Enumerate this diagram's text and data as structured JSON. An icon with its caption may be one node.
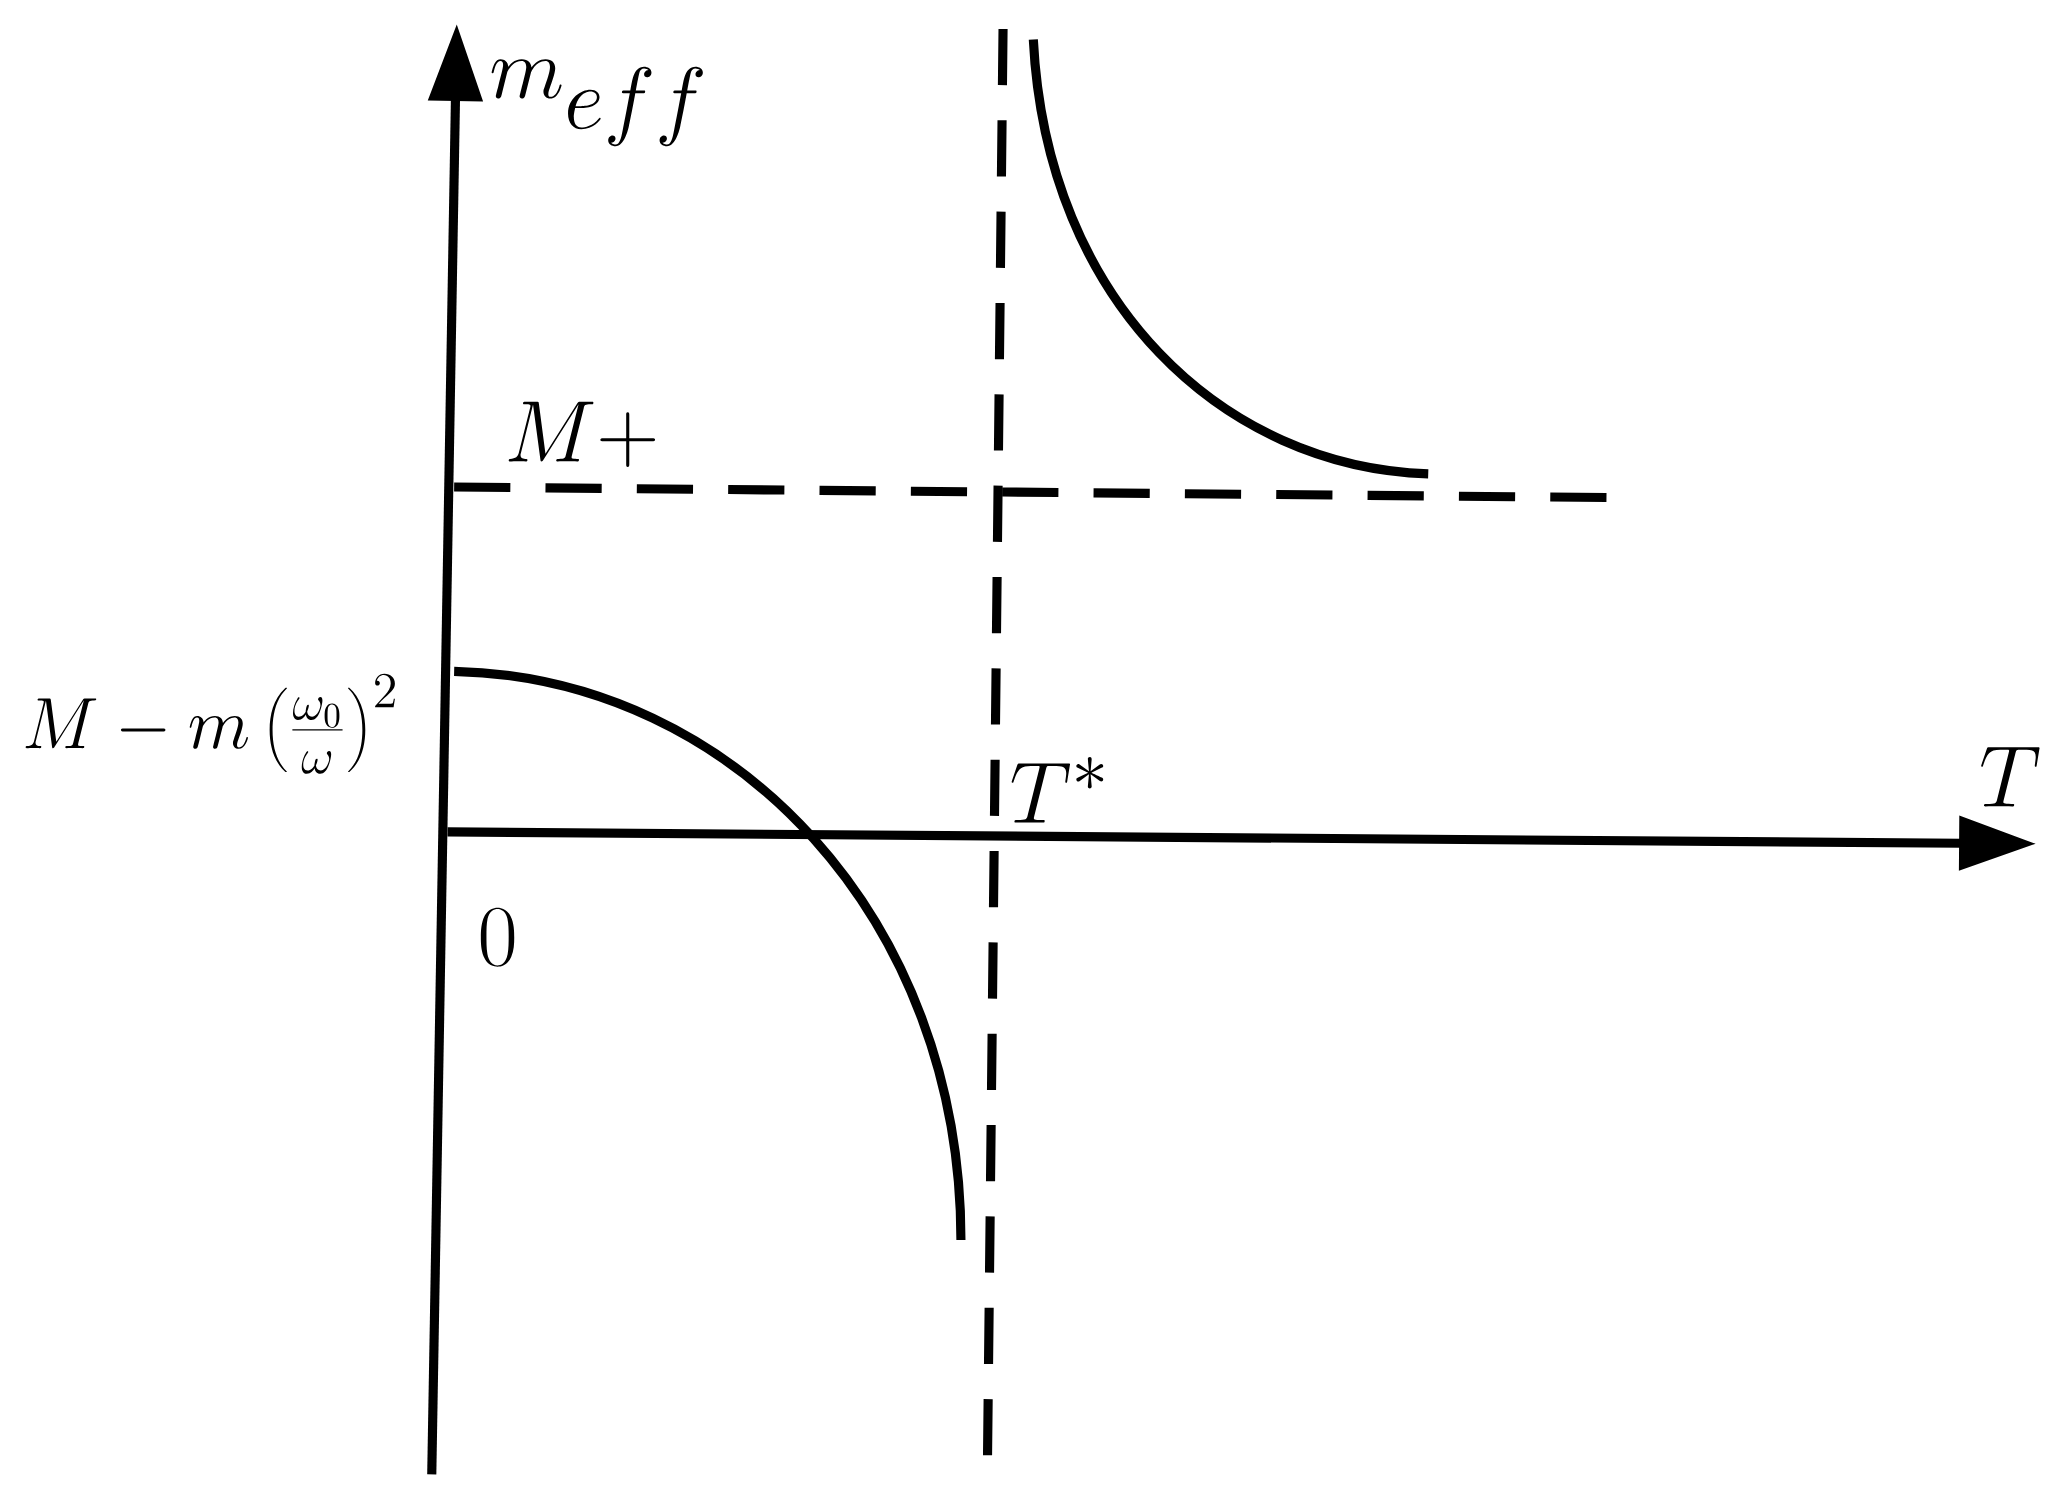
{
  "diagram": {
    "labels": [
      "m_{eff}",
      "M+",
      "M-m\\left(\\frac{\\omega_0}{\\omega}\\right)^2",
      "T^*",
      "T",
      "0"
    ]
  }
}
